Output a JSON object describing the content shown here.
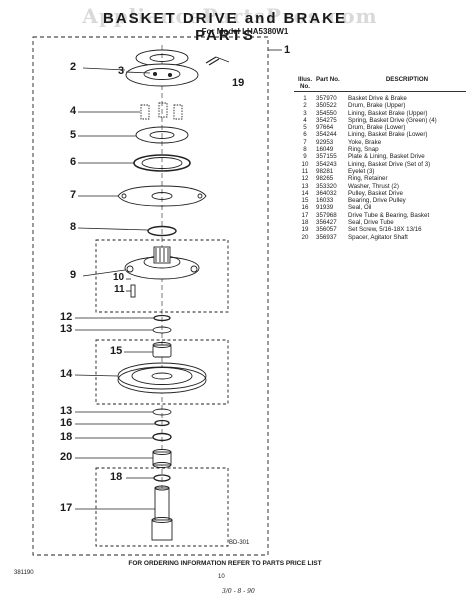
{
  "header": {
    "title": "BASKET DRIVE and BRAKE PARTS",
    "subtitle": "For Model LHA5380W1",
    "watermark": "AppliancePartsPros.com"
  },
  "callouts": {
    "c1": "1",
    "c2": "2",
    "c3": "3",
    "c4": "4",
    "c5": "5",
    "c6": "6",
    "c7": "7",
    "c8": "8",
    "c9": "9",
    "c10": "10",
    "c11": "11",
    "c12": "12",
    "c13a": "13",
    "c13b": "13",
    "c14": "14",
    "c15": "15",
    "c16": "16",
    "c17": "17",
    "c18a": "18",
    "c18b": "18",
    "c19": "19",
    "c20": "20"
  },
  "parts_table": {
    "headers": {
      "illus": "Illus. No.",
      "part": "Part No.",
      "desc": "DESCRIPTION"
    },
    "rows": [
      {
        "no": "1",
        "part": "357970",
        "desc": "Basket Drive & Brake"
      },
      {
        "no": "2",
        "part": "350522",
        "desc": "Drum, Brake (Upper)"
      },
      {
        "no": "3",
        "part": "354550",
        "desc": "Lining, Basket Brake (Upper)"
      },
      {
        "no": "4",
        "part": "354275",
        "desc": "Spring, Basket Drive (Green) (4)"
      },
      {
        "no": "5",
        "part": "97664",
        "desc": "Drum, Brake (Lower)"
      },
      {
        "no": "6",
        "part": "354244",
        "desc": "Lining, Basket Brake (Lower)"
      },
      {
        "no": "7",
        "part": "92953",
        "desc": "Yoke, Brake"
      },
      {
        "no": "8",
        "part": "16049",
        "desc": "Ring, Snap"
      },
      {
        "no": "9",
        "part": "357155",
        "desc": "Plate & Lining, Basket Drive"
      },
      {
        "no": "10",
        "part": "354243",
        "desc": "Lining, Basket Drive (Set of 3)"
      },
      {
        "no": "11",
        "part": "98281",
        "desc": "Eyelet (3)"
      },
      {
        "no": "12",
        "part": "98265",
        "desc": "Ring, Retainer"
      },
      {
        "no": "13",
        "part": "353320",
        "desc": "Washer, Thrust (2)"
      },
      {
        "no": "14",
        "part": "364032",
        "desc": "Pulley, Basket Drive"
      },
      {
        "no": "15",
        "part": "16033",
        "desc": "Bearing, Drive Pulley"
      },
      {
        "no": "16",
        "part": "91939",
        "desc": "Seal, Oil"
      },
      {
        "no": "17",
        "part": "357968",
        "desc": "Drive Tube & Bearing, Basket"
      },
      {
        "no": "18",
        "part": "356427",
        "desc": "Seal, Drive Tube"
      },
      {
        "no": "19",
        "part": "356057",
        "desc": "Set Screw, 5/16-18X 13/16"
      },
      {
        "no": "20",
        "part": "356937",
        "desc": "Spacer, Agitator Shaft"
      }
    ]
  },
  "footer": {
    "diagram_code": "BD-301",
    "note": "FOR ORDERING INFORMATION REFER TO PARTS PRICE LIST",
    "doc_number": "381190",
    "page_number": "10",
    "handwritten": "3/0 - 8 - 90"
  }
}
